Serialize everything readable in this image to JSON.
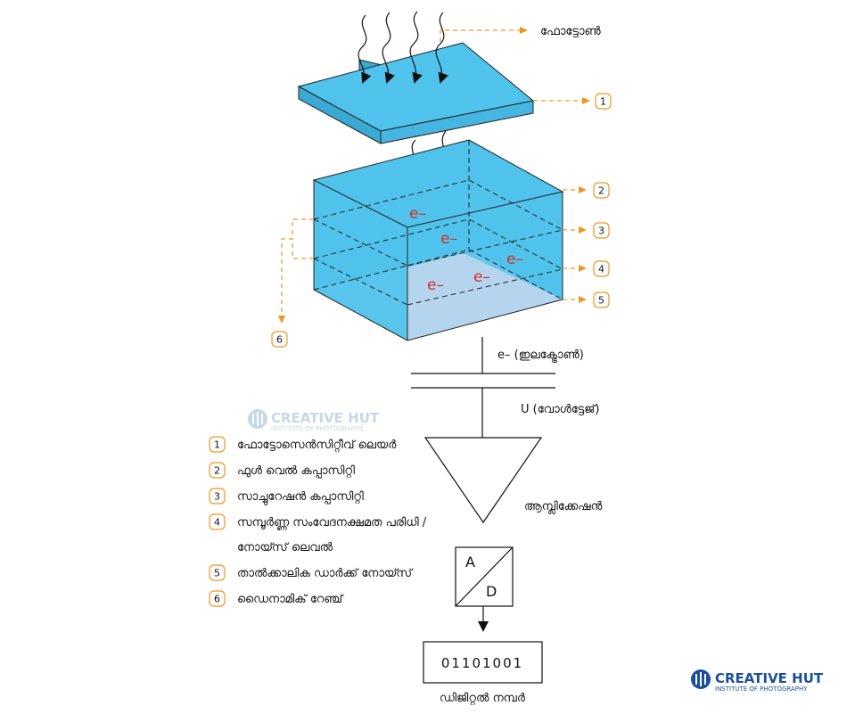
{
  "labels": {
    "photon": "ഫോട്ടോൺ",
    "electron": "e– (ഇലക്ട്രോൺ)",
    "voltage": "U (വോൾട്ടേജ്)",
    "amplification": "ആമ്പ്ലിക്കേഷൻ",
    "adc_a": "A",
    "adc_d": "D",
    "digital_value": "01101001",
    "digital_number": "ഡിജിറ്റൽ നമ്പർ",
    "electron_symbol": "e–"
  },
  "callouts": [
    "1",
    "2",
    "3",
    "4",
    "5",
    "6"
  ],
  "legend": [
    {
      "num": "1",
      "text": "ഫോട്ടോസെൻസിറ്റീവ് ലെയർ"
    },
    {
      "num": "2",
      "text": "ഫുൾ വെൽ കപ്പാസിറ്റി"
    },
    {
      "num": "3",
      "text": "സാച്ചുറേഷൻ കപ്പാസിറ്റി"
    },
    {
      "num": "4",
      "text": "സമ്പൂർണ്ണ സംവേദനക്ഷമത പരിധി /"
    },
    {
      "num": "",
      "text": "നോയ്സ് ലെവൽ"
    },
    {
      "num": "5",
      "text": "താൽക്കാലിക ഡാർക്ക് നോയ്സ്"
    },
    {
      "num": "6",
      "text": "ഡൈനാമിക് റേഞ്ച്"
    }
  ],
  "watermark": {
    "name": "CREATIVE HUT",
    "tagline": "INSTITUTE OF PHOTOGRAPHY"
  },
  "logo": {
    "name": "CREATIVE HUT",
    "tagline": "INSTITUTE OF PHOTOGRAPHY"
  },
  "colors": {
    "cyan": "#4fc3ec",
    "cyan_dark": "#3aa9d4",
    "bottom_face": "#b9d6ef",
    "orange": "#f0961e",
    "electron_red": "#d62b2b",
    "brand_blue": "#1a4f9c"
  }
}
